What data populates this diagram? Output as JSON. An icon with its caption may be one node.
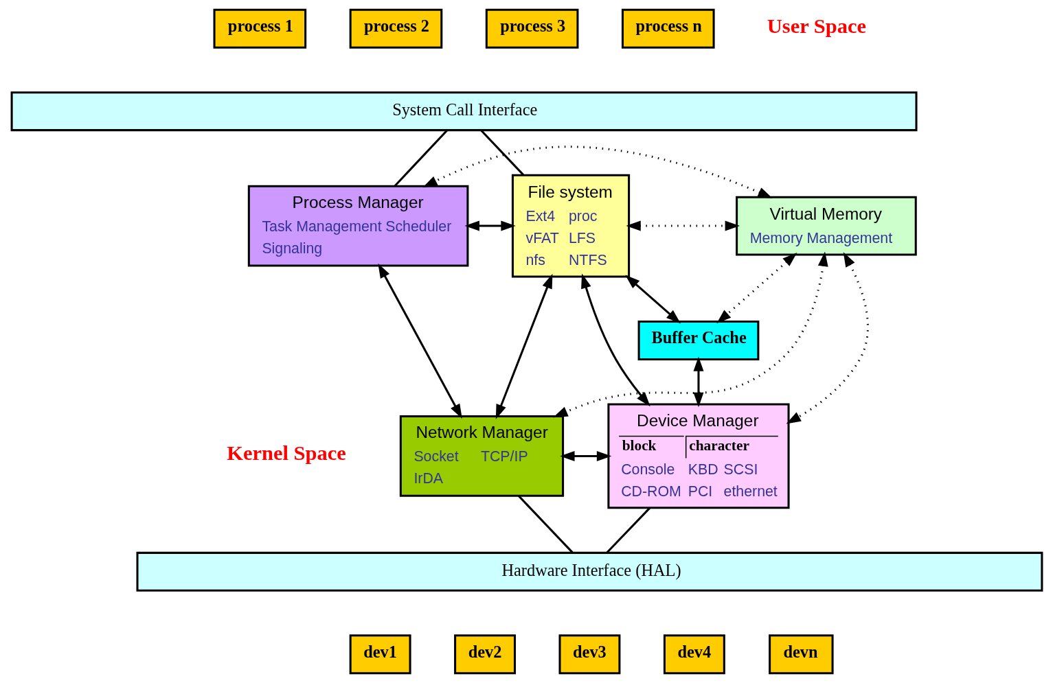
{
  "diagram": {
    "nodes": [
      {
        "text": [
          "process 1"
        ]
      },
      {
        "text": [
          "process 2"
        ]
      },
      {
        "text": [
          "process 3"
        ]
      },
      {
        "text": [
          "process n"
        ]
      },
      {
        "text": [
          "System Call Interface"
        ]
      },
      {
        "text": [
          "File system",
          "Ext4",
          "proc",
          "vFAT",
          "LFS",
          "nfs",
          "NTFS"
        ]
      },
      {
        "text": [
          "Virtual Memory",
          "Memory Management"
        ]
      },
      {
        "text": [
          "Process Manager",
          "Task Management",
          "Scheduler",
          "Signaling"
        ]
      },
      {
        "text": [
          "Buffer Cache"
        ]
      },
      {
        "text": [
          "Device Manager",
          "block",
          "character",
          "Console",
          "KBD",
          "SCSI",
          "CD-ROM",
          "PCI",
          "ethernet"
        ]
      },
      {
        "text": [
          "Network Manager",
          "Socket",
          "TCP/IP",
          "IrDA"
        ]
      },
      {
        "text": [
          "Hardware Interface (HAL)"
        ]
      },
      {
        "text": [
          "dev1"
        ]
      },
      {
        "text": [
          "dev2"
        ]
      },
      {
        "text": [
          "dev3"
        ]
      },
      {
        "text": [
          "dev4"
        ]
      },
      {
        "text": [
          "devn"
        ]
      }
    ],
    "edges": [
      {
        "from": 4,
        "to": 5,
        "arrow": "none"
      },
      {
        "from": 4,
        "to": 7,
        "arrow": "none"
      },
      {
        "from": 5,
        "to": 7,
        "arrow": "both"
      },
      {
        "from": 5,
        "to": 6,
        "arrow": "both",
        "style": "dashed"
      },
      {
        "from": 6,
        "to": 7,
        "arrow": "both",
        "style": "dashed"
      },
      {
        "from": 5,
        "to": 8,
        "arrow": "both"
      },
      {
        "from": 5,
        "to": 9,
        "arrow": "both"
      },
      {
        "from": 8,
        "to": 9,
        "arrow": "both"
      },
      {
        "from": 6,
        "to": 8,
        "arrow": "both",
        "style": "dashed"
      },
      {
        "from": 5,
        "to": 10,
        "arrow": "both"
      },
      {
        "from": 6,
        "to": 9,
        "arrow": "both",
        "style": "dashed"
      },
      {
        "from": 6,
        "to": 10,
        "arrow": "both",
        "style": "dashed"
      },
      {
        "from": 9,
        "to": 10,
        "arrow": "both"
      },
      {
        "from": 7,
        "to": 10,
        "arrow": "both"
      },
      {
        "from": 9,
        "to": 11,
        "arrow": "none"
      },
      {
        "from": 10,
        "to": 11,
        "arrow": "none"
      }
    ],
    "labels": [
      "User Space",
      "Kernel Space"
    ]
  }
}
